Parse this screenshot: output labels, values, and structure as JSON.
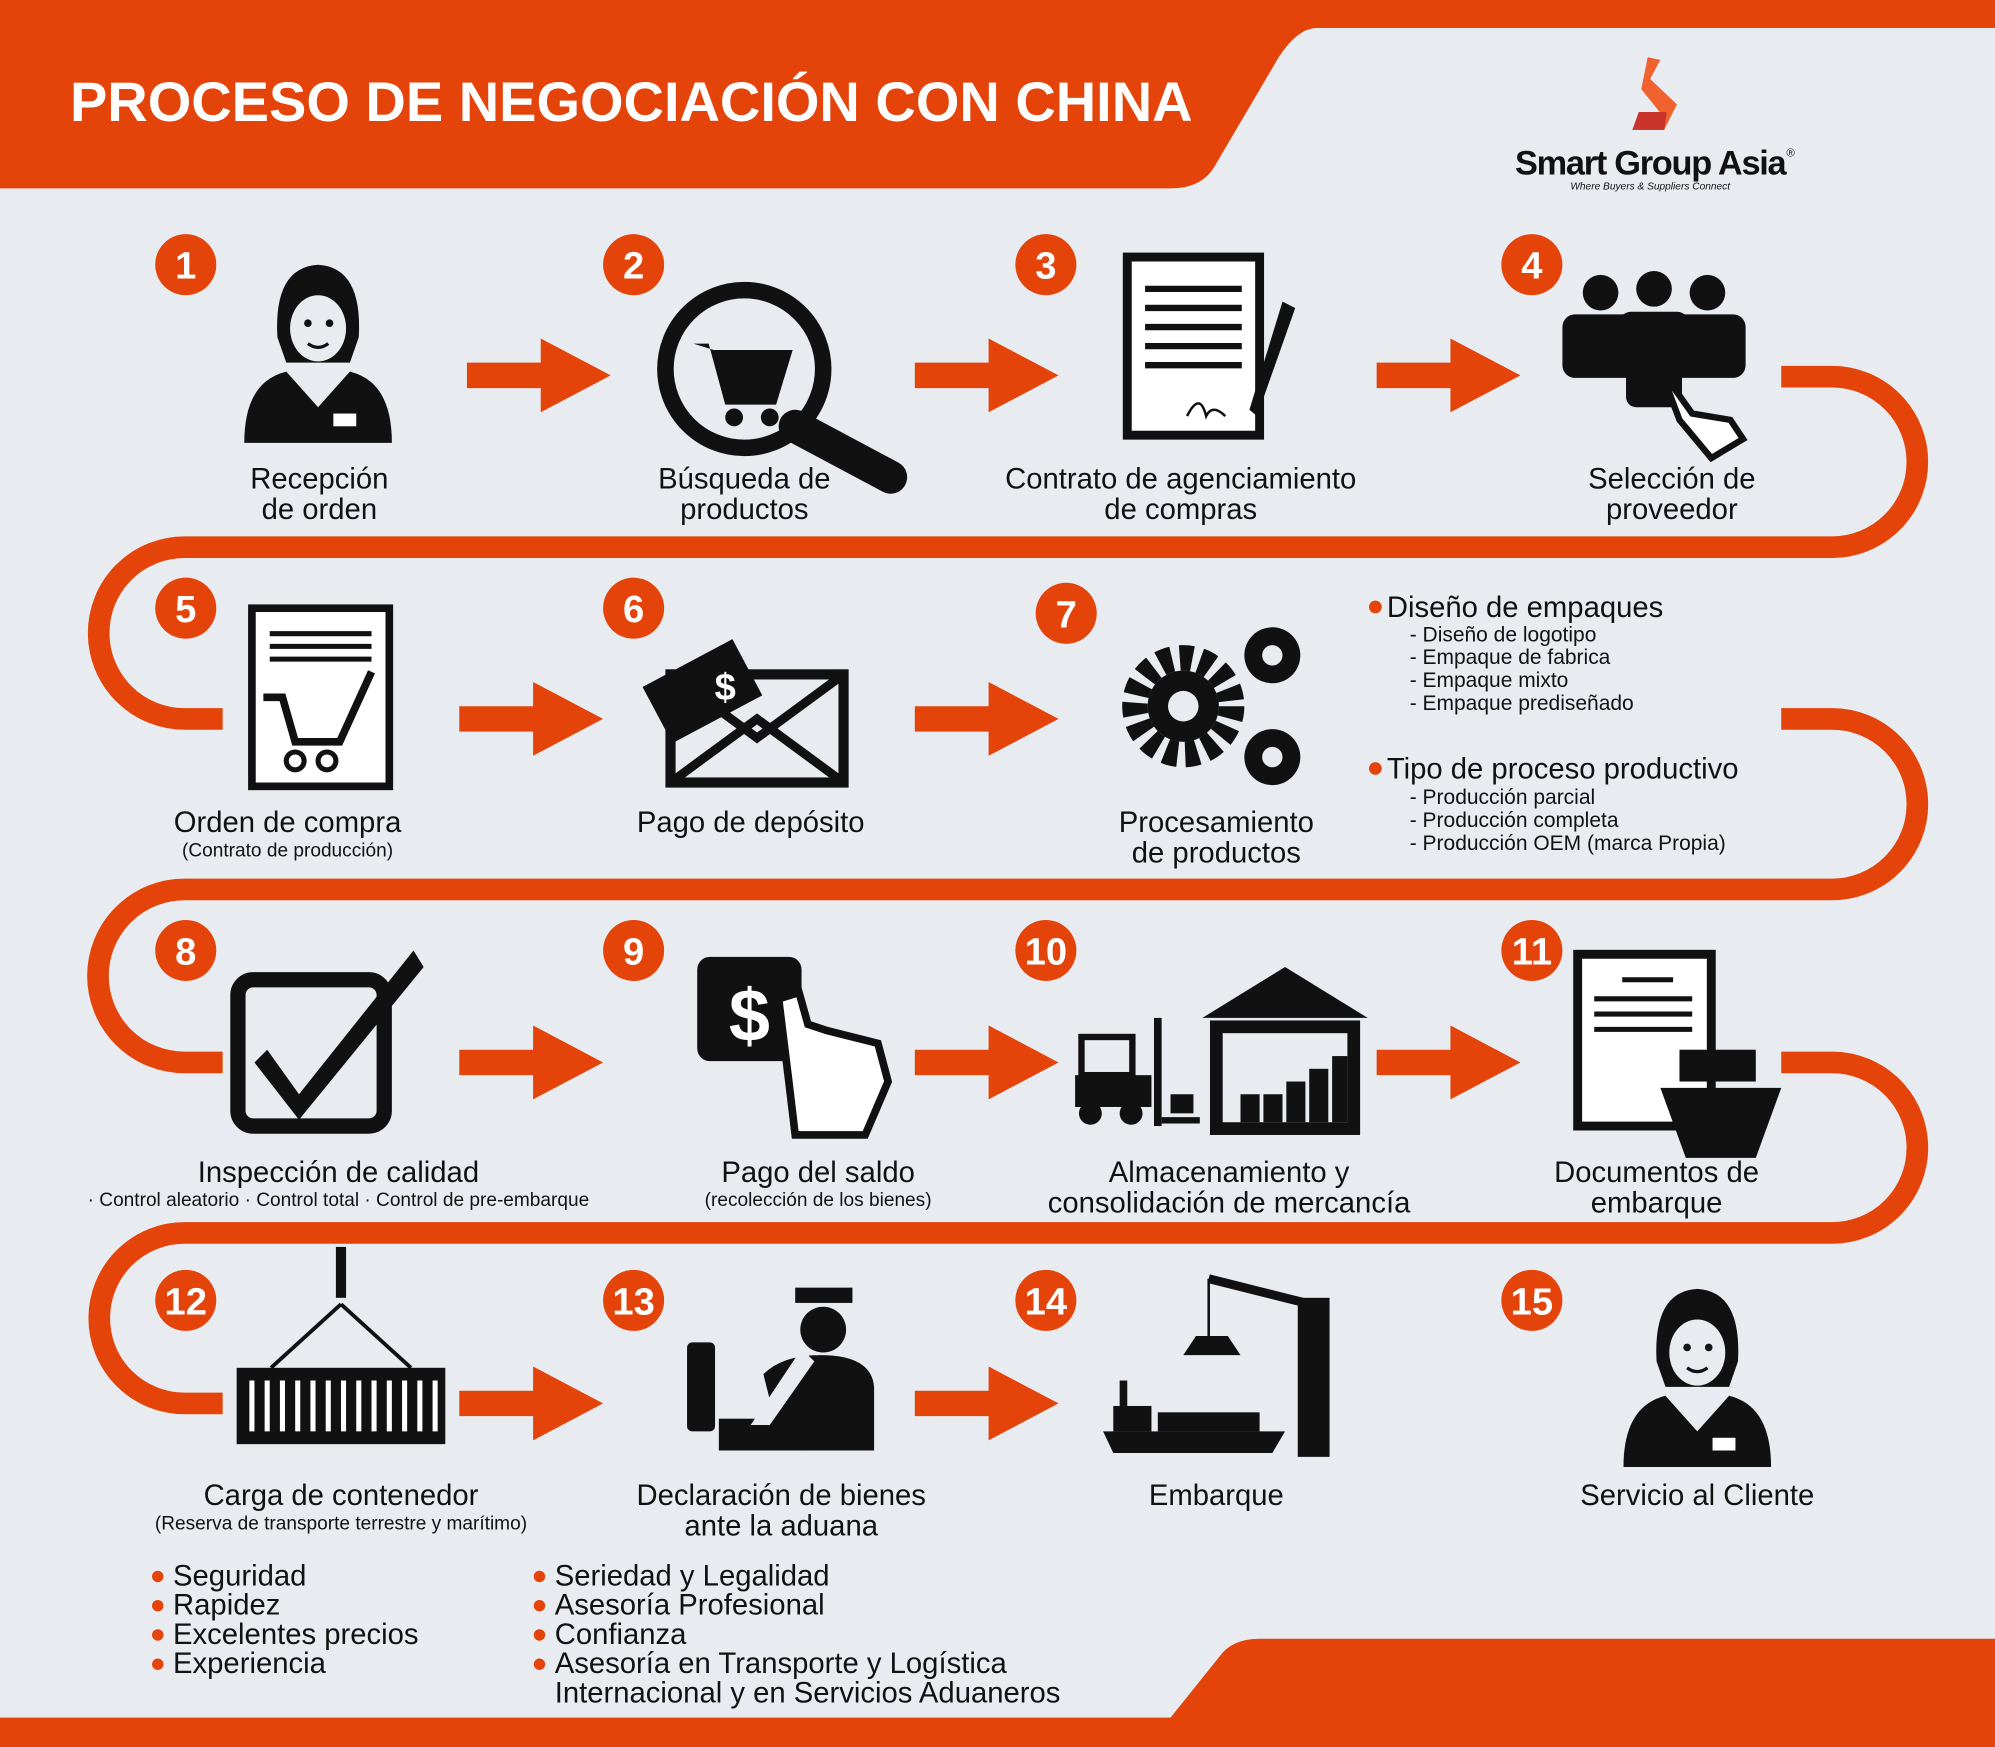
{
  "title": "PROCESO DE NEGOCIACIÓN CON CHINA",
  "brand": {
    "name": "Smart Group Asia",
    "registered": "®",
    "tagline": "Where Buyers & Suppliers Connect"
  },
  "colors": {
    "accent": "#e4430a",
    "background": "#e8ecf0",
    "ink": "#111111",
    "logo_light": "#f0622e",
    "logo_dark": "#c8342c"
  },
  "steps": [
    {
      "number": "1",
      "label": [
        "Recepción",
        "de orden"
      ],
      "icon": "operator-icon"
    },
    {
      "number": "2",
      "label": [
        "Búsqueda de",
        "productos"
      ],
      "icon": "search-cart-icon"
    },
    {
      "number": "3",
      "label": [
        "Contrato de agenciamiento",
        "de compras"
      ],
      "icon": "contract-icon"
    },
    {
      "number": "4",
      "label": [
        "Selección de",
        "proveedor"
      ],
      "icon": "select-supplier-icon"
    },
    {
      "number": "5",
      "label": [
        "Orden de compra"
      ],
      "note": "(Contrato de producción)",
      "icon": "purchase-order-icon"
    },
    {
      "number": "6",
      "label": [
        "Pago de depósito"
      ],
      "icon": "deposit-envelope-icon"
    },
    {
      "number": "7",
      "label": [
        "Procesamiento",
        "de productos"
      ],
      "icon": "gears-icon"
    },
    {
      "number": "8",
      "label": [
        "Inspección de calidad"
      ],
      "note": "· Control aleatorio · Control total · Control de pre-embarque",
      "icon": "checkbox-icon"
    },
    {
      "number": "9",
      "label": [
        "Pago del saldo"
      ],
      "note": "(recolección de los bienes)",
      "icon": "payment-hand-icon"
    },
    {
      "number": "10",
      "label": [
        "Almacenamiento y",
        "consolidación de mercancía"
      ],
      "icon": "warehouse-icon"
    },
    {
      "number": "11",
      "label": [
        "Documentos de",
        "embarque"
      ],
      "icon": "shipping-documents-icon"
    },
    {
      "number": "12",
      "label": [
        "Carga de contenedor"
      ],
      "note": "(Reserva de transporte terrestre y marítimo)",
      "icon": "container-crane-icon"
    },
    {
      "number": "13",
      "label": [
        "Declaración de bienes",
        "ante la aduana"
      ],
      "icon": "customs-officer-icon"
    },
    {
      "number": "14",
      "label": [
        "Embarque"
      ],
      "icon": "ship-port-icon"
    },
    {
      "number": "15",
      "label": [
        "Servicio al Cliente"
      ],
      "icon": "operator-icon"
    }
  ],
  "processing_details": [
    {
      "heading": "Diseño de empaques",
      "items": [
        "- Diseño de logotipo",
        "- Empaque de fabrica",
        "- Empaque mixto",
        "- Empaque prediseñado"
      ]
    },
    {
      "heading": "Tipo de proceso productivo",
      "items": [
        "- Producción parcial",
        "- Producción completa",
        "- Producción OEM (marca Propia)"
      ]
    }
  ],
  "benefits_left": [
    "Seguridad",
    "Rapidez",
    "Excelentes precios",
    "Experiencia"
  ],
  "benefits_right": [
    "Seriedad y Legalidad",
    "Asesoría Profesional",
    "Confianza",
    "Asesoría en Transporte y Logística",
    "Internacional y en Servicios Aduaneros"
  ]
}
